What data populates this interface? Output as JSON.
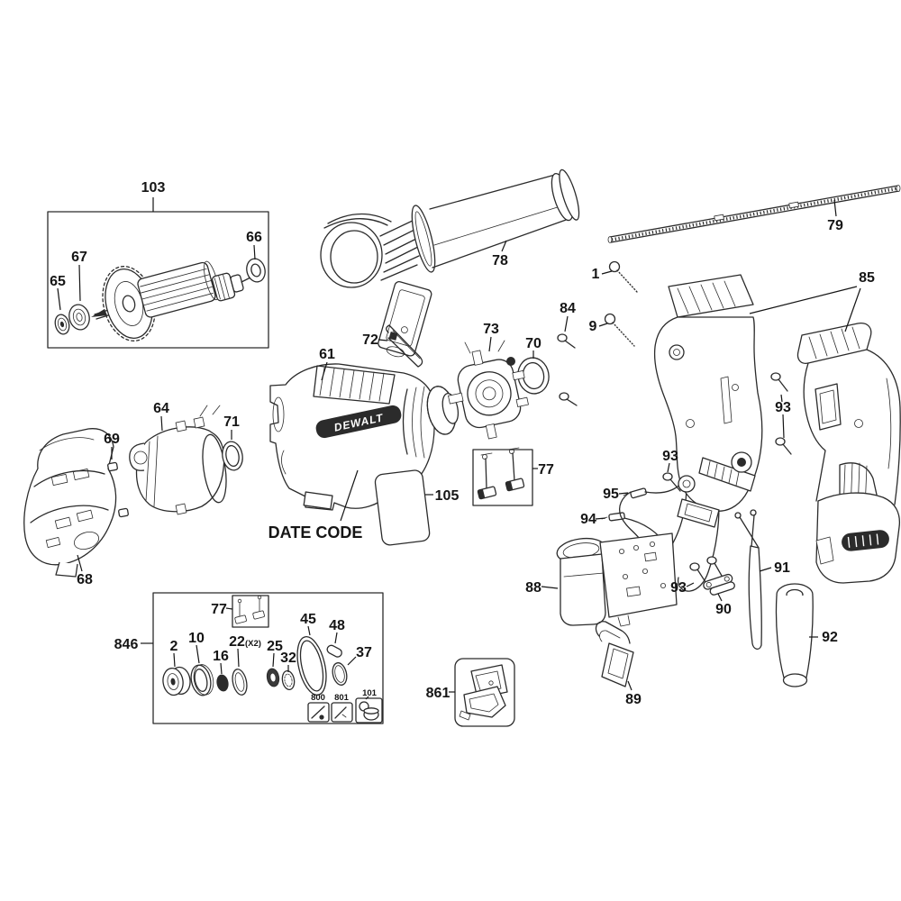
{
  "diagram": {
    "kind": "exploded-parts-diagram",
    "background_color": "#ffffff",
    "line_color": "#2b2b2b"
  },
  "texts": {
    "date_code": "DATE CODE",
    "brand": "DEWALT",
    "x2_note": "(X2)"
  },
  "labels": {
    "p1": "1",
    "p2": "2",
    "p9": "9",
    "p10": "10",
    "p16": "16",
    "p22": "22",
    "p25": "25",
    "p32": "32",
    "p37": "37",
    "p45": "45",
    "p48": "48",
    "p61": "61",
    "p64": "64",
    "p65": "65",
    "p66": "66",
    "p67": "67",
    "p68": "68",
    "p69": "69",
    "p70": "70",
    "p71": "71",
    "p72": "72",
    "p73": "73",
    "p77": "77",
    "p78": "78",
    "p79": "79",
    "p84": "84",
    "p85": "85",
    "p88": "88",
    "p89": "89",
    "p90": "90",
    "p91": "91",
    "p92": "92",
    "p93": "93",
    "p94": "94",
    "p95": "95",
    "p101": "101",
    "p103": "103",
    "p105": "105",
    "p800": "800",
    "p801": "801",
    "p846": "846",
    "p861": "861"
  }
}
